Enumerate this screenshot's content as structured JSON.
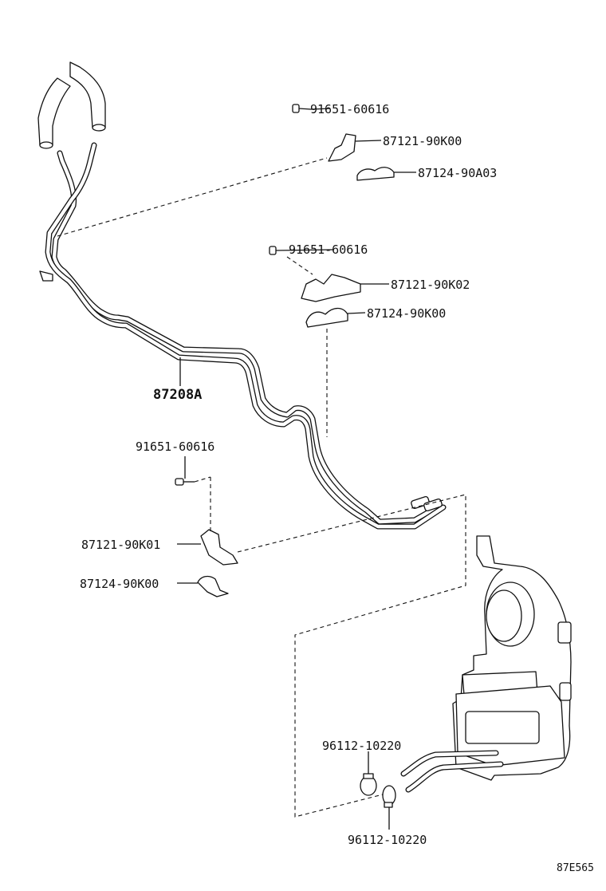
{
  "labels": {
    "bolt_1": "91651-60616",
    "clamp_1": "87121-90K00",
    "cushion_1": "87124-90A03",
    "bolt_2": "91651-60616",
    "clamp_2": "87121-90K02",
    "cushion_2": "87124-90K00",
    "pipe": "87208A",
    "bolt_3": "91651-60616",
    "clamp_3": "87121-90K01",
    "cushion_3": "87124-90K00",
    "hose_clamp_upper": "96112-10220",
    "hose_clamp_lower": "96112-10220"
  },
  "diagram_code": "87E565"
}
